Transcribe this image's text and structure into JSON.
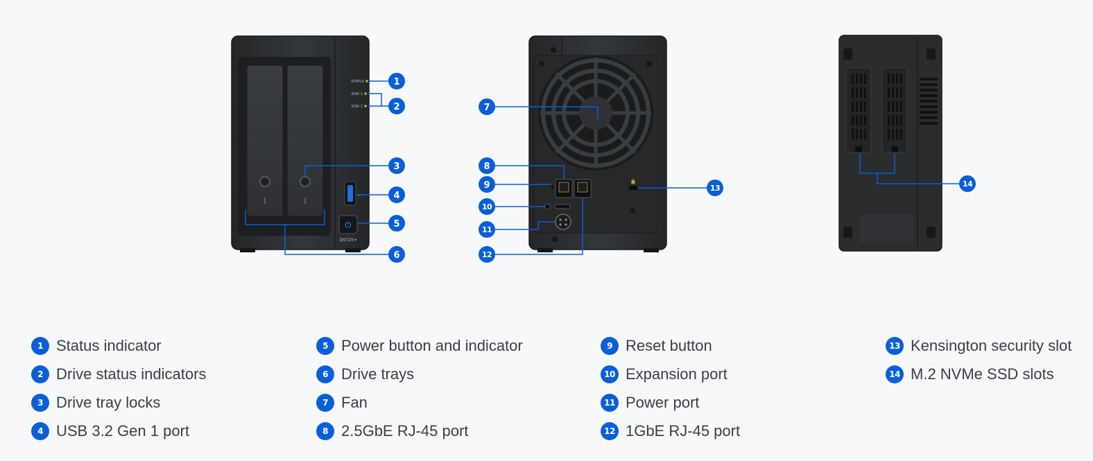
{
  "front_panel": {
    "indicator_labels": [
      "STATUS",
      "DISK 1",
      "DISK 2"
    ],
    "model_label": "DS725+"
  },
  "callouts": [
    "1",
    "2",
    "3",
    "4",
    "5",
    "6",
    "7",
    "8",
    "9",
    "10",
    "11",
    "12",
    "13",
    "14"
  ],
  "legend": {
    "columns": [
      [
        {
          "num": "1",
          "label": "Status indicator"
        },
        {
          "num": "2",
          "label": "Drive status indicators"
        },
        {
          "num": "3",
          "label": "Drive tray locks"
        },
        {
          "num": "4",
          "label": "USB 3.2 Gen 1 port"
        }
      ],
      [
        {
          "num": "5",
          "label": "Power button and indicator"
        },
        {
          "num": "6",
          "label": "Drive trays"
        },
        {
          "num": "7",
          "label": "Fan"
        },
        {
          "num": "8",
          "label": "2.5GbE RJ-45 port"
        }
      ],
      [
        {
          "num": "9",
          "label": "Reset button"
        },
        {
          "num": "10",
          "label": "Expansion port"
        },
        {
          "num": "11",
          "label": "Power port"
        },
        {
          "num": "12",
          "label": "1GbE RJ-45 port"
        }
      ],
      [
        {
          "num": "13",
          "label": "Kensington security slot"
        },
        {
          "num": "14",
          "label": "M.2 NVMe SSD slots"
        }
      ]
    ]
  },
  "colors": {
    "accent": "#0a5fd8",
    "device_body": "#2b2d2f",
    "led": "#7fd13b",
    "background": "#f7f8f9"
  }
}
